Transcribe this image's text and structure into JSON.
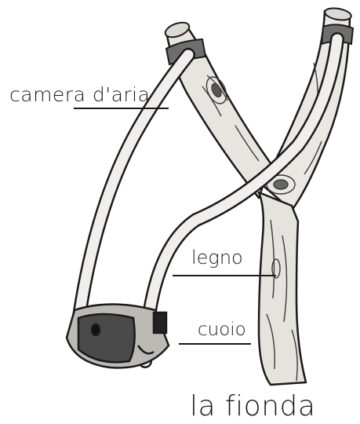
{
  "labels": {
    "camera_daria": "camera d'aria",
    "legno": "legno",
    "cuoio": "cuoio"
  },
  "title": "la fionda",
  "colors": {
    "background": "#ffffff",
    "line": "#1a1a1a",
    "wood": "#e9e6e2",
    "tube": "#f1efec",
    "leather_dark": "#4a4a4a"
  }
}
